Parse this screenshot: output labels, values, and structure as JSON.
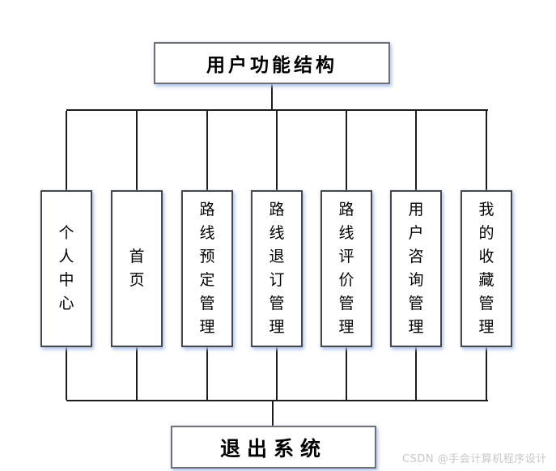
{
  "diagram": {
    "title": "用户功能结构",
    "root": {
      "label": "用户功能结构"
    },
    "children": [
      {
        "label": "个人中心"
      },
      {
        "label": "首页"
      },
      {
        "label": "路线预定管理"
      },
      {
        "label": "路线退订管理"
      },
      {
        "label": "路线评价管理"
      },
      {
        "label": "用户咨询管理"
      },
      {
        "label": "我的收藏管理"
      }
    ],
    "footer": {
      "label": "退出系统"
    }
  },
  "watermark": {
    "text": "CSDN @手会计算机程序设计"
  },
  "colors": {
    "background": "#ffffff",
    "line": "#1c1c1c",
    "box_border": "#4a4a4a",
    "box_shadow": "#a8c0eb",
    "text": "#000000",
    "watermark_text": "#c8c8c8"
  }
}
